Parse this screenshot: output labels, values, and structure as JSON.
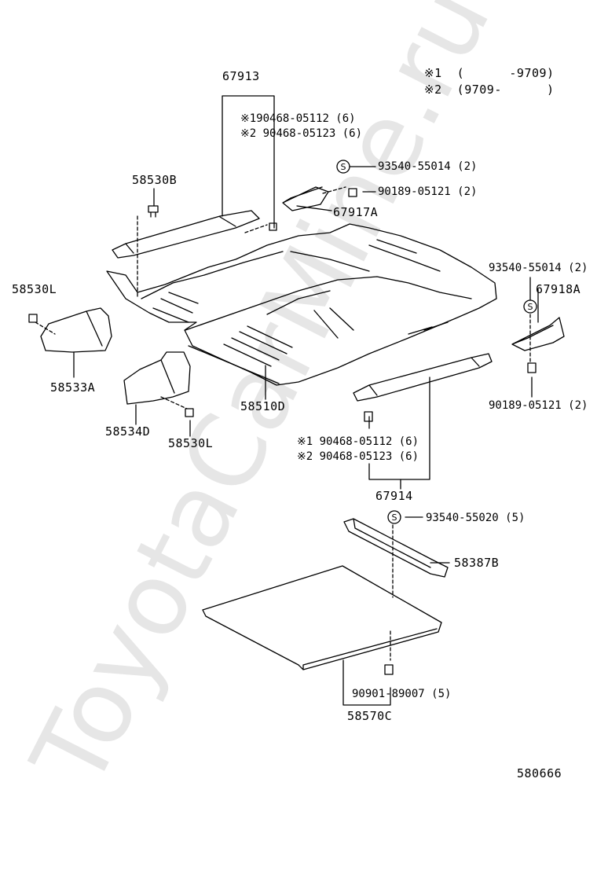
{
  "legend": {
    "note1": "※1  (      -9709)",
    "note2": "※2  (9709-      )"
  },
  "labels": {
    "p67913": "67913",
    "p67913_note1": "※190468-05112 (6)",
    "p67913_note2": "※2 90468-05123 (6)",
    "p58530B": "58530B",
    "p93540_55014_top": "93540-55014 (2)",
    "p90189_05121_top": "90189-05121 (2)",
    "p67917A": "67917A",
    "p58530L_left": "58530L",
    "p58533A": "58533A",
    "p58534D": "58534D",
    "p58530L_bottom": "58530L",
    "p58510D": "58510D",
    "p93540_55014_right": "93540-55014 (2)",
    "p67918A": "67918A",
    "p90189_05121_right": "90189-05121 (2)",
    "p67914_note1": "※1 90468-05112 (6)",
    "p67914_note2": "※2 90468-05123 (6)",
    "p67914": "67914",
    "p93540_55020": "93540-55020 (5)",
    "p58387B": "58387B",
    "p90901_89007": "90901-89007 (5)",
    "p58570C": "58570C",
    "diagram_id": "580666"
  },
  "symbols": {
    "screw_marker": "S"
  },
  "watermark": {
    "text": "ToyotaCarMine.ru",
    "color": "#e6e6e6"
  }
}
